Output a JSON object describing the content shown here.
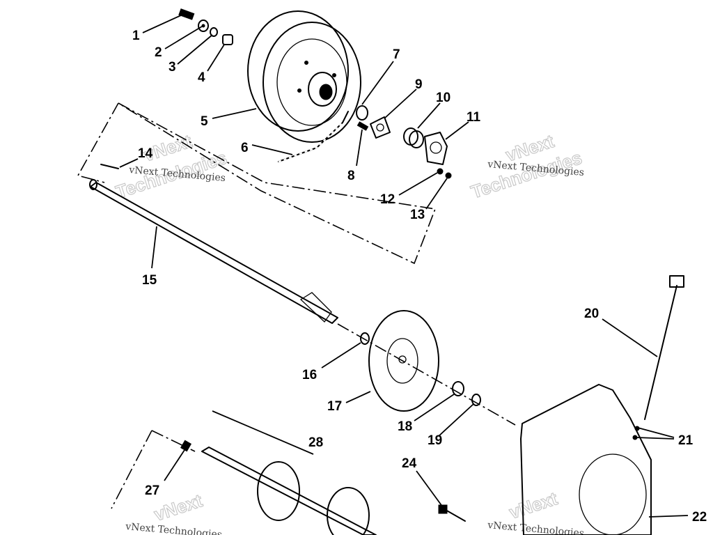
{
  "callouts": [
    "1",
    "2",
    "3",
    "4",
    "5",
    "6",
    "7",
    "8",
    "9",
    "10",
    "11",
    "12",
    "13",
    "14",
    "15",
    "16",
    "17",
    "18",
    "19",
    "20",
    "21",
    "22",
    "24",
    "27",
    "28"
  ],
  "watermark": {
    "line1": "vNext",
    "line2": "Technologies",
    "caption": "vNext Technologies"
  }
}
